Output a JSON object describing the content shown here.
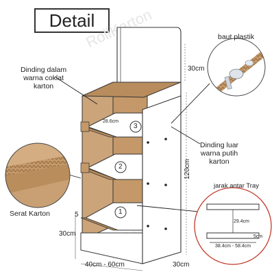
{
  "title": "Detail",
  "watermark": "RollKarton",
  "labels": {
    "inner_wall": [
      "Dinding dalam",
      "warna coklat",
      "karton"
    ],
    "outer_wall": [
      "Dinding luar",
      "warna putih",
      "karton"
    ],
    "plastic_bolt": "baut plastik",
    "cardboard_fiber": "Serat Karton",
    "tray_spacing": "jarak antar Tray"
  },
  "dimensions": {
    "top_height": "30cm",
    "total_height": "120cm",
    "bottom_height": "30cm",
    "width": "40cm - 60cm",
    "depth": "30cm",
    "lip": "5",
    "tray_depth_label": "28.6cm"
  },
  "shelf_numbers": [
    "3",
    "2",
    "1"
  ],
  "tray_detail": {
    "gap": "29.4cm",
    "lip": "5cm",
    "width_range": "38.4cm - 58.4cm"
  },
  "colors": {
    "kraft": "#c9a074",
    "kraft_dark": "#a97f52",
    "outline": "#333333",
    "white_panel": "#ffffff"
  }
}
